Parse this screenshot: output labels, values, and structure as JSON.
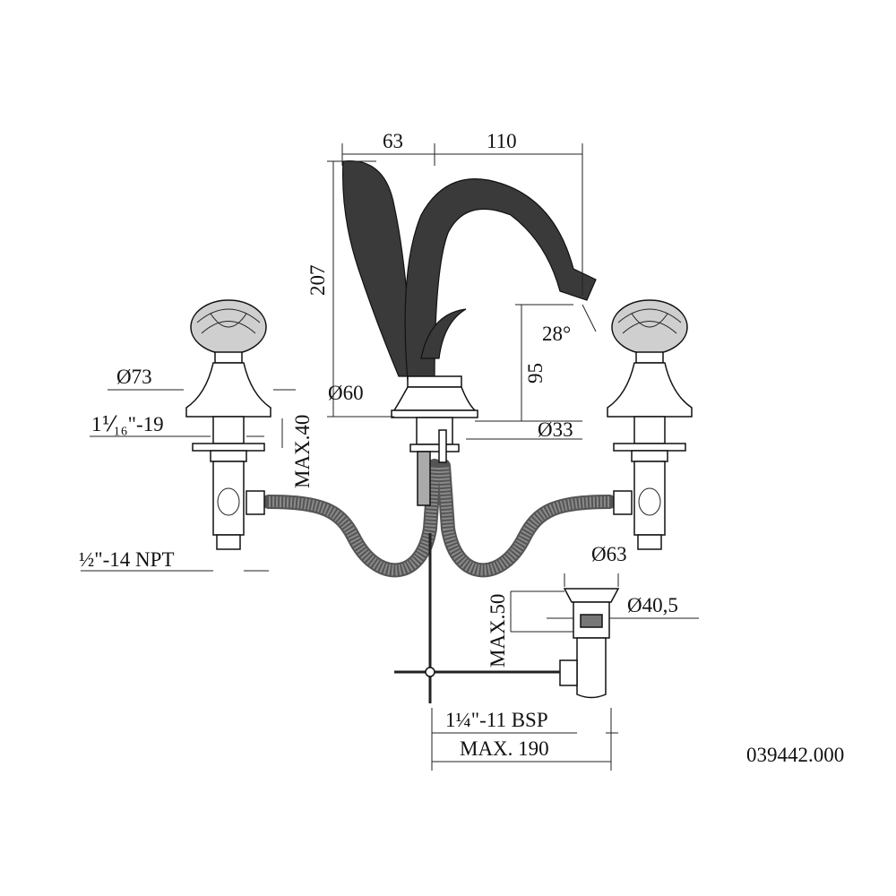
{
  "dimensions": {
    "spout_offset": "63",
    "spout_reach": "110",
    "overall_height": "207",
    "spout_height": "95",
    "spout_angle": "28°",
    "handle_base_diameter": "Ø73",
    "handle_thread": "1⅟₁₆\"-19",
    "handle_max_deck": "MAX.40",
    "spout_base_diameter": "Ø60",
    "spout_shank_diameter": "Ø33",
    "inlet_thread": "½\"-14 NPT",
    "drain_flange_diameter": "Ø63",
    "drain_body_diameter": "Ø40,5",
    "drain_max_deck": "MAX.50",
    "drain_thread": "1¼\"-11 BSP",
    "max_spread": "MAX. 190"
  },
  "product_code": "039442.000"
}
